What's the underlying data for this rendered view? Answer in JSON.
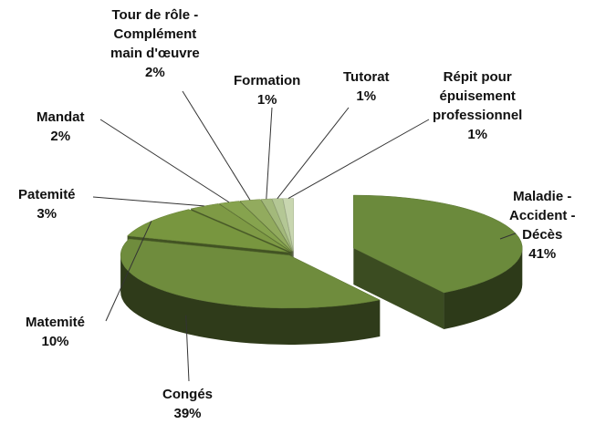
{
  "chart_data": {
    "type": "pie",
    "style": "3d-exploded",
    "slices": [
      {
        "label": [
          "Maladie -",
          "Accident -",
          "Décès"
        ],
        "value": 41,
        "pct": "41%",
        "color": "#6b8a3c"
      },
      {
        "label": [
          "Congés"
        ],
        "value": 39,
        "pct": "39%",
        "color": "#6f8c3d"
      },
      {
        "label": [
          "Matemité"
        ],
        "value": 10,
        "pct": "10%",
        "color": "#78963f"
      },
      {
        "label": [
          "Patemité"
        ],
        "value": 3,
        "pct": "3%",
        "color": "#7e9a45"
      },
      {
        "label": [
          "Mandat"
        ],
        "value": 2,
        "pct": "2%",
        "color": "#86a34e"
      },
      {
        "label": [
          "Tour de rôle -",
          "Complément",
          "main d'œuvre"
        ],
        "value": 2,
        "pct": "2%",
        "color": "#92ab5e"
      },
      {
        "label": [
          "Formation"
        ],
        "value": 1,
        "pct": "1%",
        "color": "#a3b97b"
      },
      {
        "label": [
          "Tutorat"
        ],
        "value": 1,
        "pct": "1%",
        "color": "#b4c795"
      },
      {
        "label": [
          "Répit pour",
          "épuisement",
          "professionnel"
        ],
        "value": 1,
        "pct": "1%",
        "color": "#c8d6b0"
      }
    ],
    "legend": "none",
    "data_labels": "outside-with-leader-lines"
  }
}
